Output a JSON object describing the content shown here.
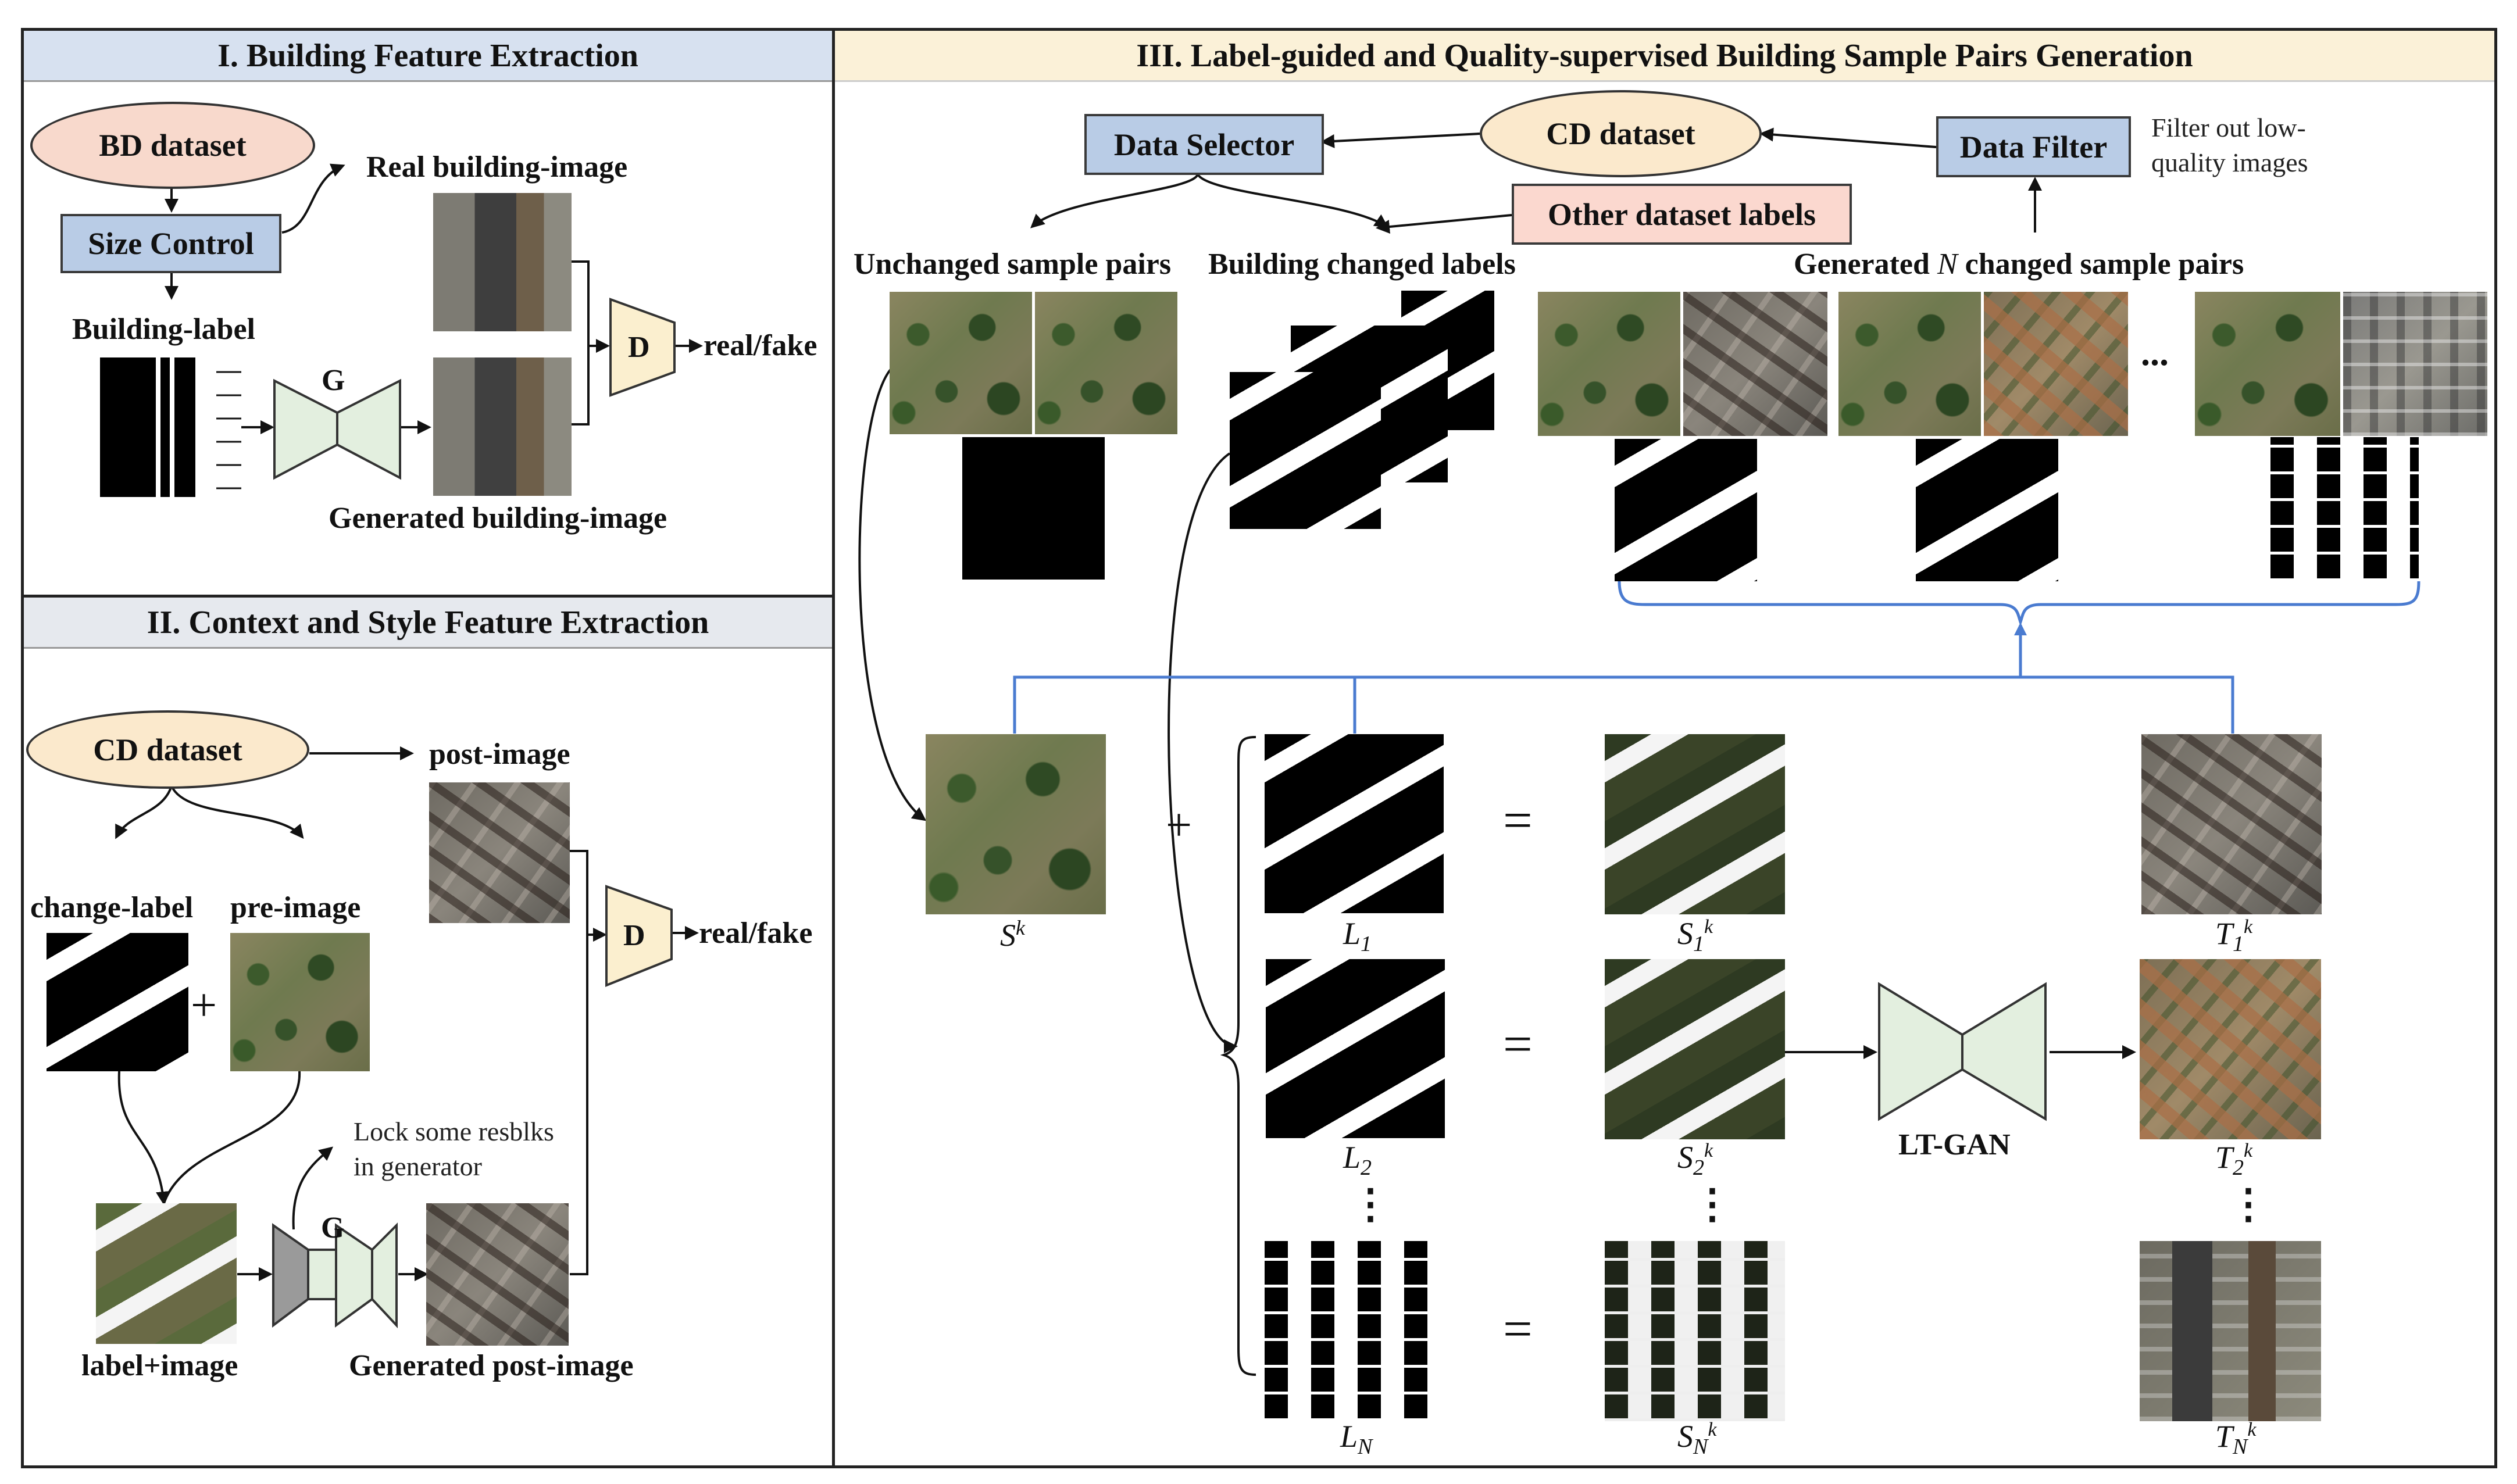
{
  "panels": {
    "p1_title": "I. Building Feature Extraction",
    "p2_title": "II. Context and Style Feature Extraction",
    "p3_title": "III. Label-guided and Quality-supervised Building Sample Pairs Generation"
  },
  "panel1": {
    "bd_dataset": "BD dataset",
    "size_control": "Size Control",
    "real_image": "Real building-image",
    "building_label": "Building-label",
    "g": "G",
    "d": "D",
    "real_fake": "real/fake",
    "generated_image": "Generated building-image"
  },
  "panel2": {
    "cd_dataset": "CD dataset",
    "post_image": "post-image",
    "change_label": "change-label",
    "pre_image": "pre-image",
    "plus": "+",
    "d": "D",
    "real_fake": "real/fake",
    "lock_note_1": "Lock some resblks",
    "lock_note_2": "in generator",
    "g": "G",
    "label_image": "label+image",
    "generated_post": "Generated post-image"
  },
  "panel3": {
    "data_selector": "Data Selector",
    "cd_dataset": "CD dataset",
    "data_filter": "Data Filter",
    "filter_note_1": "Filter out low-",
    "filter_note_2": "quality images",
    "other_labels": "Other dataset labels",
    "unchanged_pairs": "Unchanged sample pairs",
    "building_changed": "Building changed labels",
    "generated_pairs_pre": "Generated ",
    "generated_pairs_n": "N",
    "generated_pairs_post": " changed sample pairs",
    "ellipsis": "...",
    "plus": "+",
    "equals": "=",
    "vdots": "⋮",
    "lt_gan": "LT-GAN",
    "s_k": "S",
    "k": "k",
    "L": "L",
    "S": "S",
    "T": "T",
    "sub1": "1",
    "sub2": "2",
    "subN": "N"
  },
  "colors": {
    "header_blue": "#d7e1f0",
    "header_grey": "#e6e9ee",
    "header_tan": "#fbf1d8",
    "box_blue": "#b9cce6",
    "box_pink": "#fbd8cf",
    "gan_green": "#e3efdf",
    "disc_tan": "#fbefcf",
    "brace_blue": "#4a7bd0"
  }
}
